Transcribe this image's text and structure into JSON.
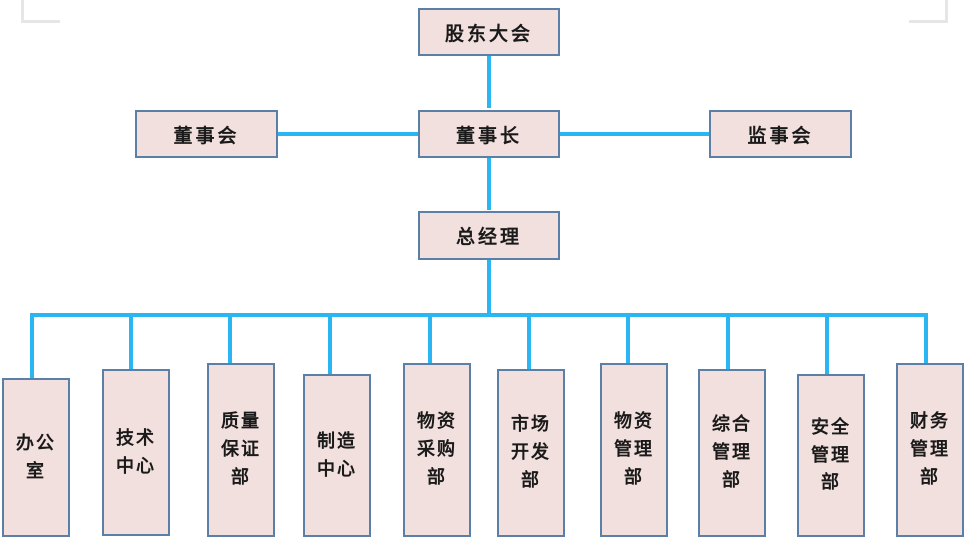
{
  "chart_data": {
    "type": "diagram",
    "diagram_kind": "organization-chart",
    "title": "",
    "colors": {
      "node_fill": "#f2e0de",
      "node_border": "#5b7fa6",
      "connector": "#29b6f2",
      "crop_mark": "#e6e6e6",
      "background": "#ffffff",
      "text": "#1a1a1a"
    },
    "levels": [
      {
        "level": 1,
        "nodes": [
          "股东大会"
        ]
      },
      {
        "level": 2,
        "nodes": [
          "董事会",
          "董事长",
          "监事会"
        ]
      },
      {
        "level": 3,
        "nodes": [
          "总经理"
        ]
      },
      {
        "level": 4,
        "nodes": [
          "办公室",
          "技术中心",
          "质量保证部",
          "制造中心",
          "物资采购部",
          "市场开发部",
          "物资管理部",
          "综合管理部",
          "安全管理部",
          "财务管理部"
        ]
      }
    ],
    "edges": [
      {
        "from": "股东大会",
        "to": "董事长"
      },
      {
        "from": "董事长",
        "to": "董事会"
      },
      {
        "from": "董事长",
        "to": "监事会"
      },
      {
        "from": "董事长",
        "to": "总经理"
      },
      {
        "from": "总经理",
        "to": "办公室"
      },
      {
        "from": "总经理",
        "to": "技术中心"
      },
      {
        "from": "总经理",
        "to": "质量保证部"
      },
      {
        "from": "总经理",
        "to": "制造中心"
      },
      {
        "from": "总经理",
        "to": "物资采购部"
      },
      {
        "from": "总经理",
        "to": "市场开发部"
      },
      {
        "from": "总经理",
        "to": "物资管理部"
      },
      {
        "from": "总经理",
        "to": "综合管理部"
      },
      {
        "from": "总经理",
        "to": "安全管理部"
      },
      {
        "from": "总经理",
        "to": "财务管理部"
      }
    ]
  },
  "nodes": {
    "shareholders_meeting": "股东大会",
    "board_of_directors": "董事会",
    "chairman": "董事长",
    "board_of_supervisors": "监事会",
    "general_manager": "总经理"
  },
  "departments": [
    {
      "key": "office",
      "label": "办公\n室"
    },
    {
      "key": "technology-center",
      "label": "技术\n中心"
    },
    {
      "key": "quality-assurance",
      "label": "质量\n保证\n部"
    },
    {
      "key": "manufacturing-center",
      "label": "制造\n中心"
    },
    {
      "key": "materials-procurement",
      "label": "物资\n采购\n部"
    },
    {
      "key": "market-development",
      "label": "市场\n开发\n部"
    },
    {
      "key": "materials-management",
      "label": "物资\n管理\n部"
    },
    {
      "key": "general-administration",
      "label": "综合\n管理\n部"
    },
    {
      "key": "safety-management",
      "label": "安全\n管理\n部"
    },
    {
      "key": "finance-management",
      "label": "财务\n管理\n部"
    }
  ]
}
